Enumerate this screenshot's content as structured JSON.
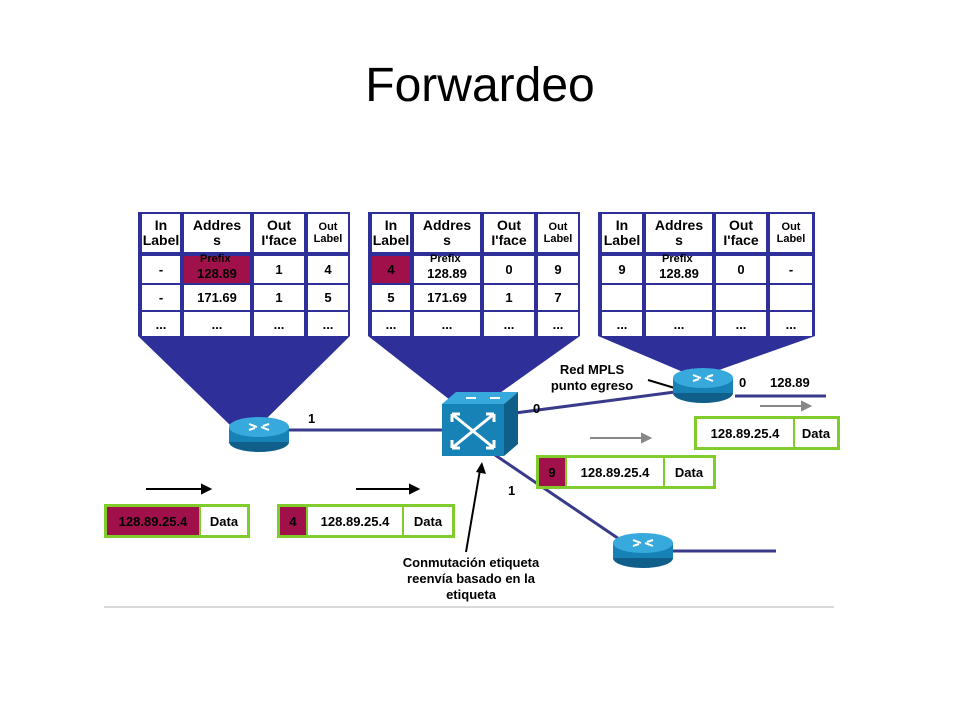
{
  "title": "Forwardeo",
  "colors": {
    "table_bg": "#2f2f9a",
    "highlight": "#a0104a",
    "packet_border": "#7fcc2a",
    "link": "#3a3a8a"
  },
  "tables": [
    {
      "headers": [
        "In\nLabel",
        "Addres\ns",
        "Out\nI'face",
        "Out\nLabel"
      ],
      "prefix_label": "Prefix",
      "rows": [
        [
          "-",
          "128.89",
          "1",
          "4"
        ],
        [
          "-",
          "171.69",
          "1",
          "5"
        ],
        [
          "...",
          "...",
          "...",
          "..."
        ]
      ]
    },
    {
      "headers": [
        "In\nLabel",
        "Addres\ns",
        "Out\nI'face",
        "Out\nLabel"
      ],
      "prefix_label": "Prefix",
      "rows": [
        [
          "4",
          "128.89",
          "0",
          "9"
        ],
        [
          "5",
          "171.69",
          "1",
          "7"
        ],
        [
          "...",
          "...",
          "...",
          "..."
        ]
      ]
    },
    {
      "headers": [
        "In\nLabel",
        "Addres\ns",
        "Out\nI'face",
        "Out\nLabel"
      ],
      "prefix_label": "Prefix",
      "rows": [
        [
          "9",
          "128.89",
          "0",
          "-"
        ],
        [
          "",
          "",
          "",
          ""
        ],
        [
          "...",
          "...",
          "...",
          "..."
        ]
      ]
    }
  ],
  "links": {
    "r1_r2": "1",
    "r2_r3": "0",
    "r2_r4": "1",
    "r3_out": "0",
    "r3_dest": "128.89"
  },
  "annotations": {
    "egress": "Red MPLS\npunto egreso",
    "switching": "Conmutación etiqueta\nreenvía basado en la\netiqueta"
  },
  "packets": {
    "p1": {
      "addr": "128.89.25.4",
      "data": "Data"
    },
    "p2": {
      "label": "4",
      "addr": "128.89.25.4",
      "data": "Data"
    },
    "p3": {
      "label": "9",
      "addr": "128.89.25.4",
      "data": "Data"
    },
    "p4": {
      "addr": "128.89.25.4",
      "data": "Data"
    }
  }
}
